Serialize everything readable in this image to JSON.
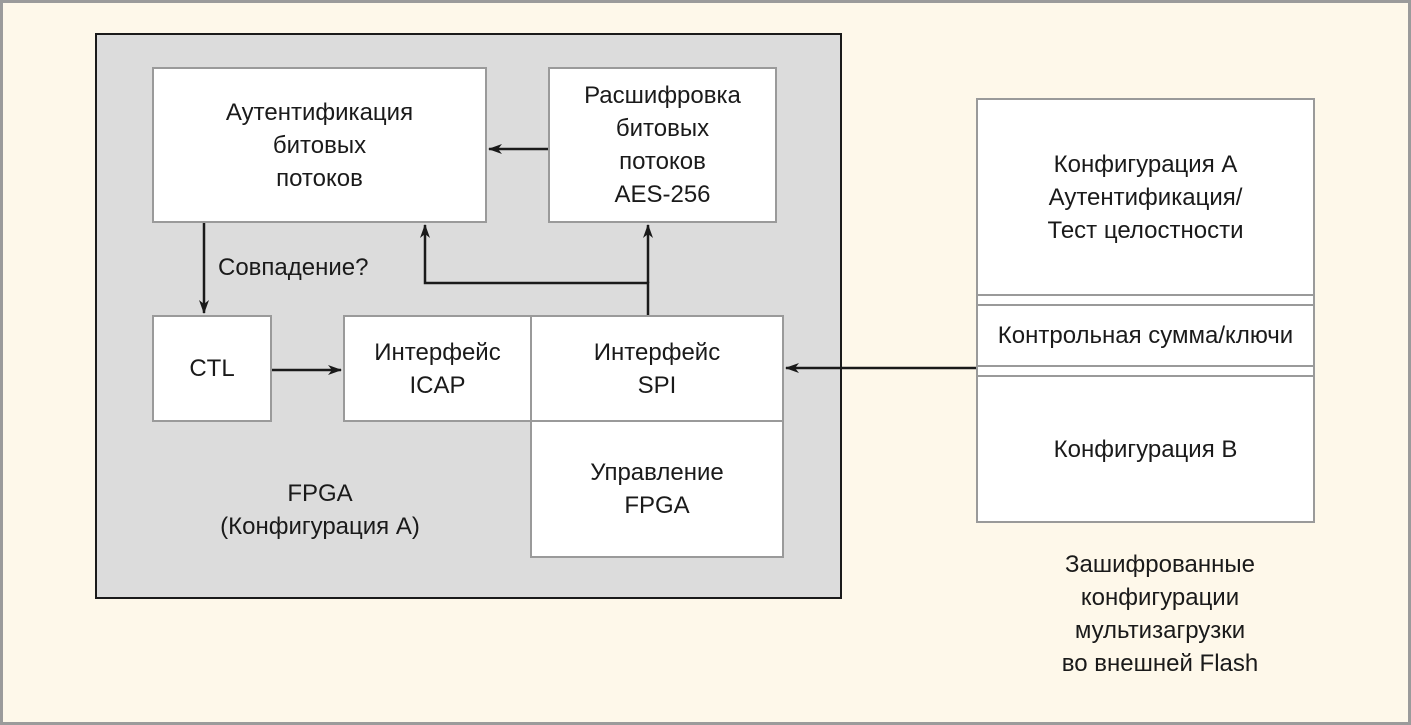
{
  "fpga": {
    "auth_box": "Аутентификация\nбитовых\nпотоков",
    "decrypt_box": "Расшифровка\nбитовых\nпотоков\nAES-256",
    "match_label": "Совпадение?",
    "ctl_box": "CTL",
    "icap_box": "Интерфейс\nICAP",
    "spi_box": "Интерфейс\nSPI",
    "control_box": "Управление\nFPGA",
    "caption": "FPGA\n(Конфигурация A)"
  },
  "flash": {
    "config_a": "Конфигурация A\nАутентификация/\nТест целостности",
    "checksum": "Контрольная сумма/ключи",
    "config_b": "Конфигурация B",
    "caption": "Зашифрованные\nконфигурации\nмультизагрузки\nво внешней Flash"
  },
  "colors": {
    "background": "#fef8ea",
    "fpga_fill": "#dcdcdc",
    "box_fill": "#ffffff",
    "box_border": "#9a9a9a",
    "line": "#1a1a1a"
  }
}
